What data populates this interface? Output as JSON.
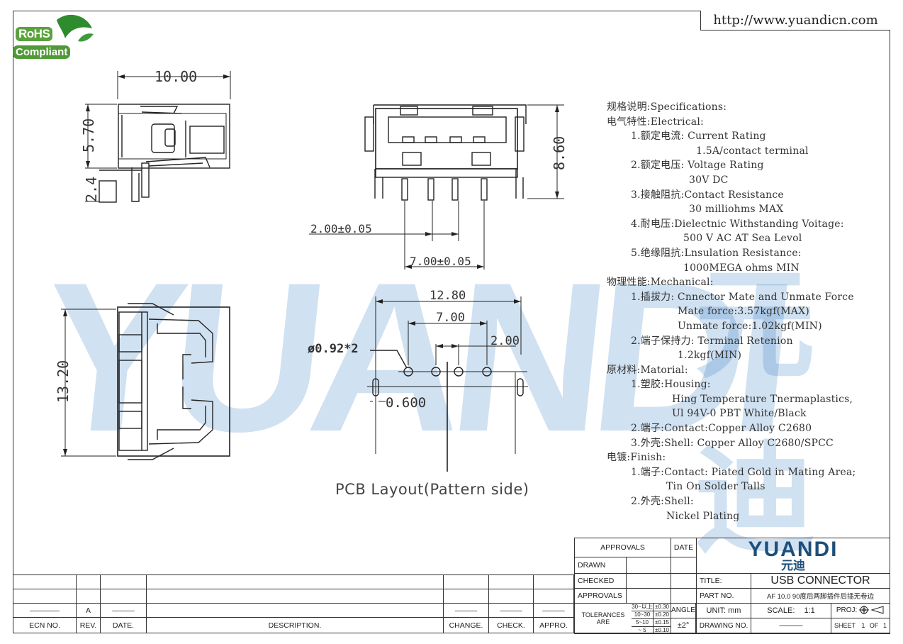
{
  "header": {
    "url": "http://www.yuandicn.com",
    "rohs_line1": "RoHS",
    "rohs_line2": "Compliant"
  },
  "watermark": {
    "latin": "YUANDI",
    "chinese": "元迪"
  },
  "dimensions": {
    "side_width": "10.00",
    "side_height": "5.70",
    "side_pin": "2.4",
    "front_height": "8.60",
    "front_pitch1": "2.00±0.05",
    "front_pitch2": "7.00±0.05",
    "bottom_height": "13.20",
    "pcb_width": "12.80",
    "pcb_inner": "7.00",
    "pcb_pitch": "2.00",
    "pcb_hole": "ø0.92*2",
    "pcb_slot": "0.600"
  },
  "pcb_label": "PCB Layout(Pattern side)",
  "specs": [
    {
      "text": "规格说明:Specifications:",
      "indent": 0
    },
    {
      "text": "电气特性:Electrical:",
      "indent": 0
    },
    {
      "text": "1.额定电流: Current Rating",
      "indent": 34
    },
    {
      "text": "1.5A/contact terminal",
      "indent": 126
    },
    {
      "text": "2.额定电压: Voltage Rating",
      "indent": 34
    },
    {
      "text": "30V DC",
      "indent": 116
    },
    {
      "text": "3.接触阻抗:Contact Resistance",
      "indent": 34
    },
    {
      "text": "30 milliohms MAX",
      "indent": 116
    },
    {
      "text": "4.耐电压:Dielectnic Withstanding Voitage:",
      "indent": 34
    },
    {
      "text": "500 V AC AT Sea Levol",
      "indent": 108
    },
    {
      "text": "5.绝缘阻抗:Lnsulation Resistance:",
      "indent": 34
    },
    {
      "text": "1000MEGA ohms MIN",
      "indent": 108
    },
    {
      "text": "物理性能:Mechanical:",
      "indent": 0
    },
    {
      "text": "1.插拔力: Cnnector Mate and Unmate Force",
      "indent": 34
    },
    {
      "text": "Mate force:3.57kgf(MAX)",
      "indent": 100
    },
    {
      "text": "Unmate force:1.02kgf(MIN)",
      "indent": 100
    },
    {
      "text": "2.端子保持力: Terminal Retenion",
      "indent": 34
    },
    {
      "text": "1.2kgf(MIN)",
      "indent": 100
    },
    {
      "text": "原材料:Matorial:",
      "indent": 0
    },
    {
      "text": "1.塑胶:Housing:",
      "indent": 34
    },
    {
      "text": "Hing Temperature  Tnermaplastics,",
      "indent": 92
    },
    {
      "text": "Ul 94V-0  PBT White/Black",
      "indent": 92
    },
    {
      "text": "2.端子:Contact:Copper Alloy C2680",
      "indent": 34
    },
    {
      "text": "3.外壳:Shell: Copper Alloy C2680/SPCC",
      "indent": 34
    },
    {
      "text": "电镀:Finish:",
      "indent": 0
    },
    {
      "text": "1.端子:Contact: Piated Gold in Mating Area;",
      "indent": 34
    },
    {
      "text": "Tin On Solder Talls",
      "indent": 84
    },
    {
      "text": "2.外壳:Shell:",
      "indent": 34
    },
    {
      "text": "Nickel Plating",
      "indent": 84
    }
  ],
  "title_block": {
    "approvals": "APPROVALS",
    "date": "DATE",
    "drawn": "DRAWN",
    "checked": "CHECKED",
    "approvals2": "APPROVALS",
    "tolerances": "TOLERANCES ARE",
    "tol_rows": [
      {
        "range": "30~以上",
        "tol": "±0.30"
      },
      {
        "range": "10~30",
        "tol": "±0.20"
      },
      {
        "range": "5~10",
        "tol": "±0.15"
      },
      {
        "range": "~ 5",
        "tol": "±0.10"
      }
    ],
    "angle": "ANGLE",
    "angle_tol": "±2°",
    "brand": "YUANDI",
    "brand_cn": "元迪",
    "title_label": "TITLE:",
    "title_value": "USB CONNECTOR",
    "part_label": "PART NO.",
    "part_value": "AF 10.0 90度后两脚插件后插无卷边",
    "unit": "UNIT: mm",
    "scale_label": "SCALE:",
    "scale_value": "1:1",
    "proj": "PROJ:",
    "drawing_no": "DRAWING NO.",
    "sheet": "SHEET",
    "sheet_num": "1",
    "of_label": "OF",
    "sheet_total": "1"
  },
  "revision_block": {
    "ecn_no": "ECN NO.",
    "rev": "REV.",
    "date": "DATE.",
    "description": "DESCRIPTION.",
    "change": "CHANGE.",
    "check": "CHECK.",
    "appro": "APPRO.",
    "rev_value": "A"
  }
}
